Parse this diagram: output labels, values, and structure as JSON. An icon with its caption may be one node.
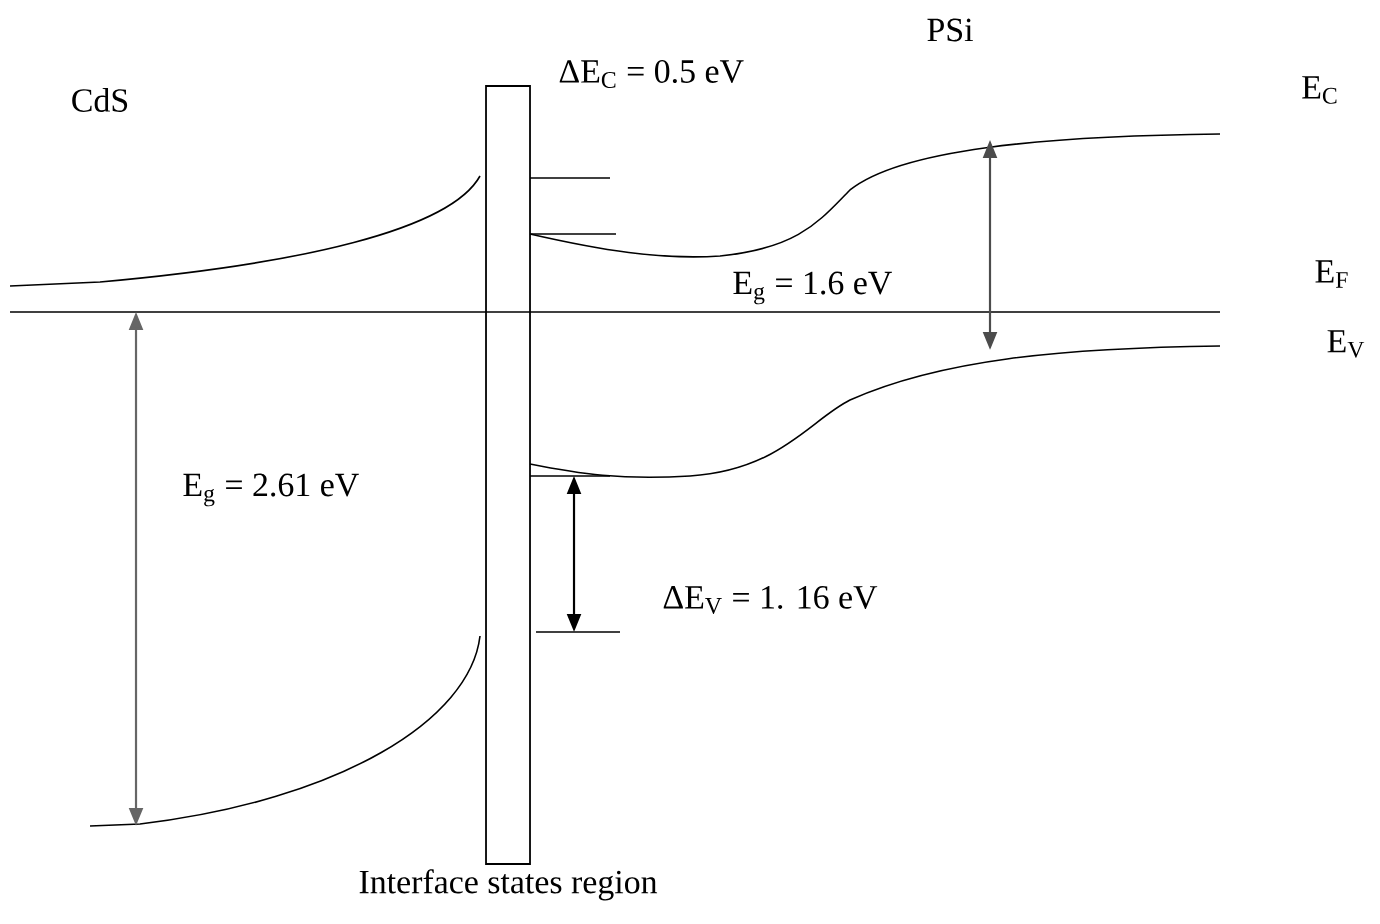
{
  "diagram": {
    "nodes": [
      {
        "text": [
          "Interface states region"
        ]
      }
    ],
    "edges": [],
    "labels": [
      "CdS",
      "PSi",
      "E$_{C}$",
      "ΔE$_{C}$ = 0.5 eV",
      "E$_{g}$ = 1.6 eV",
      "E$_{F}$",
      "E$_{V}$",
      "E$_{g}$ = 2.61 eV",
      "ΔE$_{V}$ = 1. 16 eV"
    ]
  }
}
